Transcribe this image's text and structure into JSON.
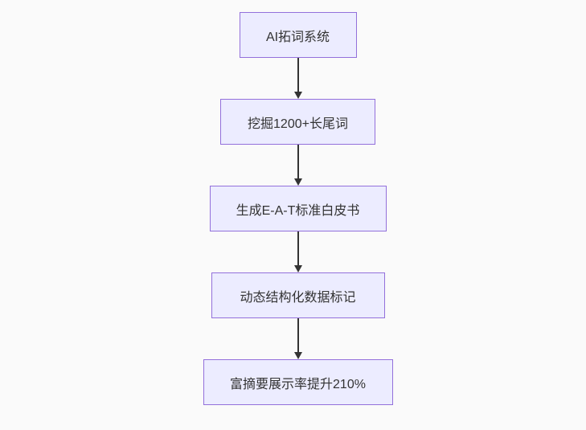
{
  "page": {
    "background_color": "#fafafa"
  },
  "flowchart": {
    "type": "flowchart",
    "direction": "top-down",
    "style": {
      "node_fill": "#ECECFF",
      "node_border": "#9370DB",
      "arrow_color": "#333333",
      "text_color": "#333333"
    },
    "nodes": [
      {
        "id": "n1",
        "label": "AI拓词系统"
      },
      {
        "id": "n2",
        "label": "挖掘1200+长尾词"
      },
      {
        "id": "n3",
        "label": "生成E-A-T标准白皮书"
      },
      {
        "id": "n4",
        "label": "动态结构化数据标记"
      },
      {
        "id": "n5",
        "label": "富摘要展示率提升210%"
      }
    ],
    "edges": [
      {
        "from": "n1",
        "to": "n2"
      },
      {
        "from": "n2",
        "to": "n3"
      },
      {
        "from": "n3",
        "to": "n4"
      },
      {
        "from": "n4",
        "to": "n5"
      }
    ]
  }
}
